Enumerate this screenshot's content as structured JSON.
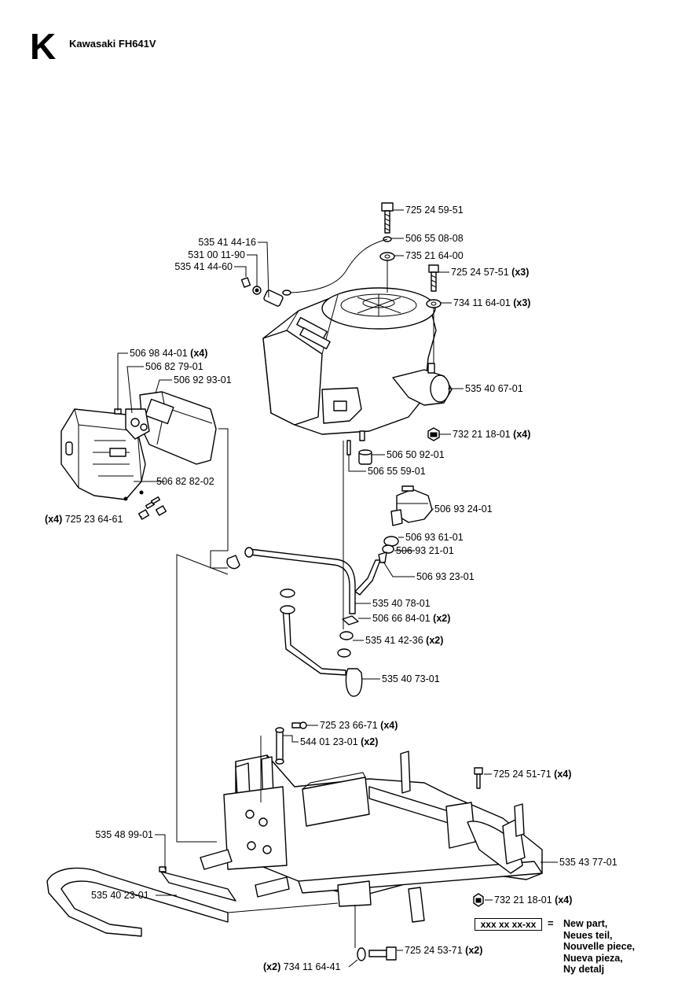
{
  "page": {
    "section_letter": "K",
    "title": "Kawasaki FH641V"
  },
  "callouts": [
    {
      "id": "c1",
      "number": "725 24 59-51",
      "qty": ""
    },
    {
      "id": "c2",
      "number": "506 55 08-08",
      "qty": ""
    },
    {
      "id": "c3",
      "number": "735 21 64-00",
      "qty": ""
    },
    {
      "id": "c4",
      "number": "725 24 57-51",
      "qty": "(x3)"
    },
    {
      "id": "c5",
      "number": "734 11 64-01",
      "qty": "(x3)"
    },
    {
      "id": "c6",
      "number": "535 40 67-01",
      "qty": ""
    },
    {
      "id": "c7",
      "number": "732 21 18-01",
      "qty": "(x4)"
    },
    {
      "id": "c8",
      "number": "506 50 92-01",
      "qty": ""
    },
    {
      "id": "c9",
      "number": "506 55 59-01",
      "qty": ""
    },
    {
      "id": "c10",
      "number": "535 41 44-16",
      "qty": ""
    },
    {
      "id": "c11",
      "number": "531 00 11-90",
      "qty": ""
    },
    {
      "id": "c12",
      "number": "535 41 44-60",
      "qty": ""
    },
    {
      "id": "c13",
      "number": "506 98 44-01",
      "qty": "(x4)"
    },
    {
      "id": "c14",
      "number": "506 82 79-01",
      "qty": ""
    },
    {
      "id": "c15",
      "number": "506 92 93-01",
      "qty": ""
    },
    {
      "id": "c16",
      "number": "506 82 82-02",
      "qty": ""
    },
    {
      "id": "c17",
      "number": "725 23 64-61",
      "qty": "(x4)"
    },
    {
      "id": "c18",
      "number": "506 93 24-01",
      "qty": ""
    },
    {
      "id": "c19",
      "number": "506 93 61-01",
      "qty": ""
    },
    {
      "id": "c20",
      "number": "506 93 21-01",
      "qty": ""
    },
    {
      "id": "c21",
      "number": "506 93 23-01",
      "qty": ""
    },
    {
      "id": "c22",
      "number": "535 40 78-01",
      "qty": ""
    },
    {
      "id": "c23",
      "number": "506 66 84-01",
      "qty": "(x2)"
    },
    {
      "id": "c24",
      "number": "535 41 42-36",
      "qty": "(x2)"
    },
    {
      "id": "c25",
      "number": "535 40 73-01",
      "qty": ""
    },
    {
      "id": "c26",
      "number": "725 23 66-71",
      "qty": "(x4)"
    },
    {
      "id": "c27",
      "number": "544 01 23-01",
      "qty": "(x2)"
    },
    {
      "id": "c28",
      "number": "725 24 51-71",
      "qty": "(x4)"
    },
    {
      "id": "c29",
      "number": "535 48 99-01",
      "qty": ""
    },
    {
      "id": "c30",
      "number": "535 43 77-01",
      "qty": ""
    },
    {
      "id": "c31",
      "number": "535 40 23-01",
      "qty": ""
    },
    {
      "id": "c32",
      "number": "732 21 18-01",
      "qty": "(x4)"
    },
    {
      "id": "c33",
      "number": "725 24 53-71",
      "qty": "(x2)"
    },
    {
      "id": "c34",
      "number": "734 11 64-41",
      "qty": "(x2)"
    }
  ],
  "legend": {
    "code": "xxx xx xx-xx",
    "equals": "=",
    "lines": [
      "New part,",
      "Neues teil,",
      "Nouvelle piece,",
      "Nueva pieza,",
      "Ny detalj"
    ]
  }
}
